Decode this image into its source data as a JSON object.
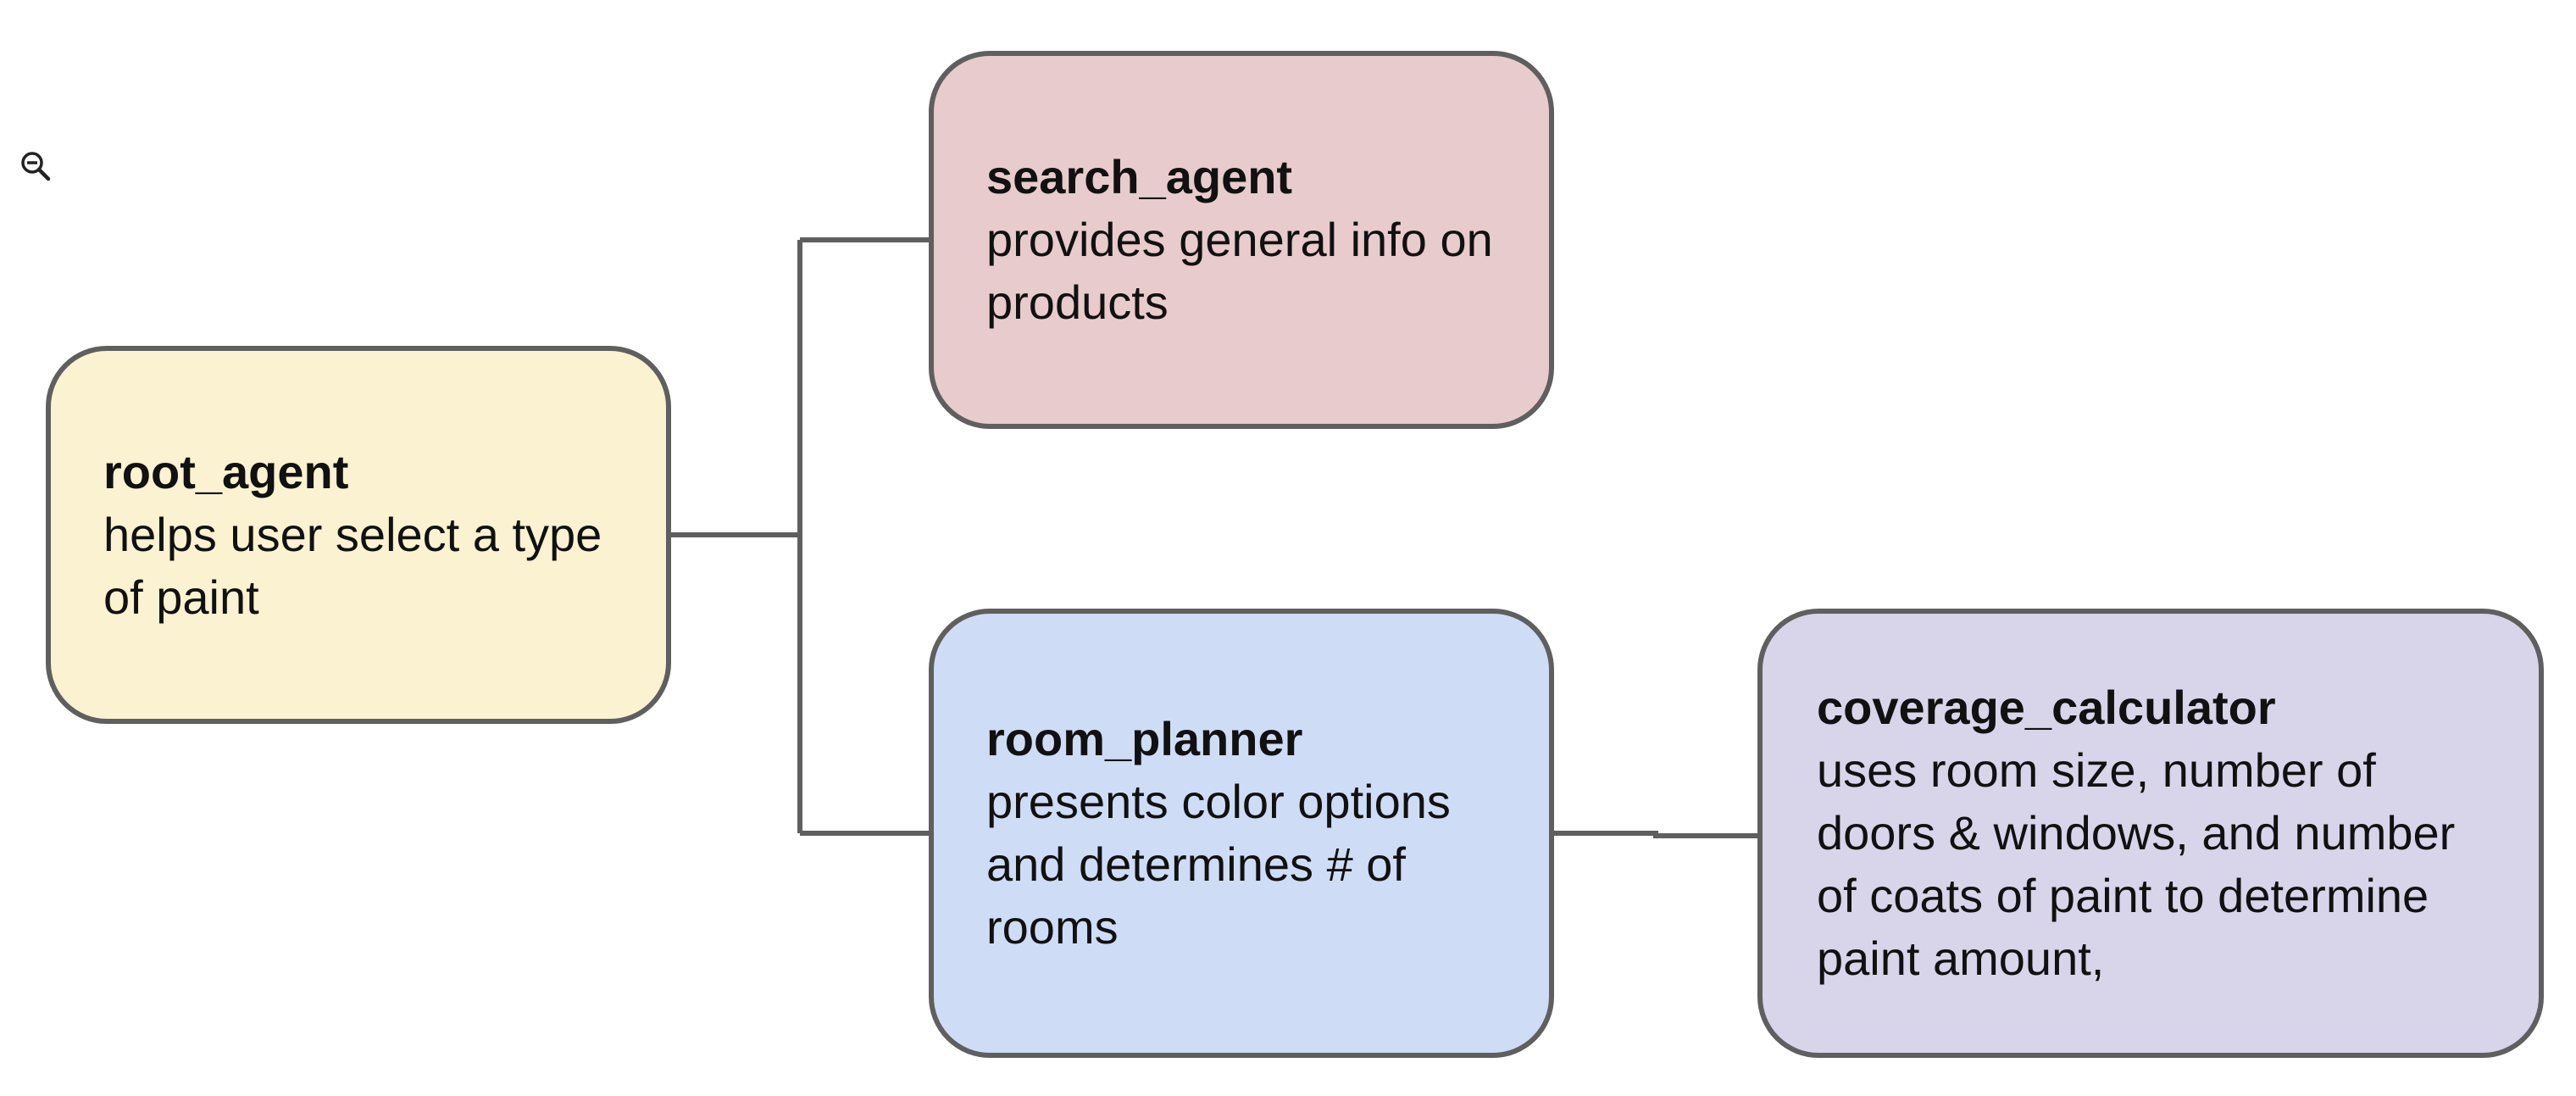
{
  "colors": {
    "root_fill": "#faf2d0",
    "search_fill": "#e8cbcc",
    "room_fill": "#cfdcf6",
    "coverage_fill": "#d8d5ea",
    "border": "#5f5f5f",
    "connector": "#5f5f5f"
  },
  "toolbar": {
    "zoom_icon": "zoom-out-icon"
  },
  "nodes": {
    "root": {
      "title": "root_agent",
      "description": "helps user select a type of paint"
    },
    "search": {
      "title": "search_agent",
      "description": "provides general info on products"
    },
    "room": {
      "title": "room_planner",
      "description": "presents color options and determines # of rooms"
    },
    "coverage": {
      "title": "coverage_calculator",
      "description": "uses room size, number of doors & windows, and number of coats of paint to determine paint amount,"
    }
  }
}
